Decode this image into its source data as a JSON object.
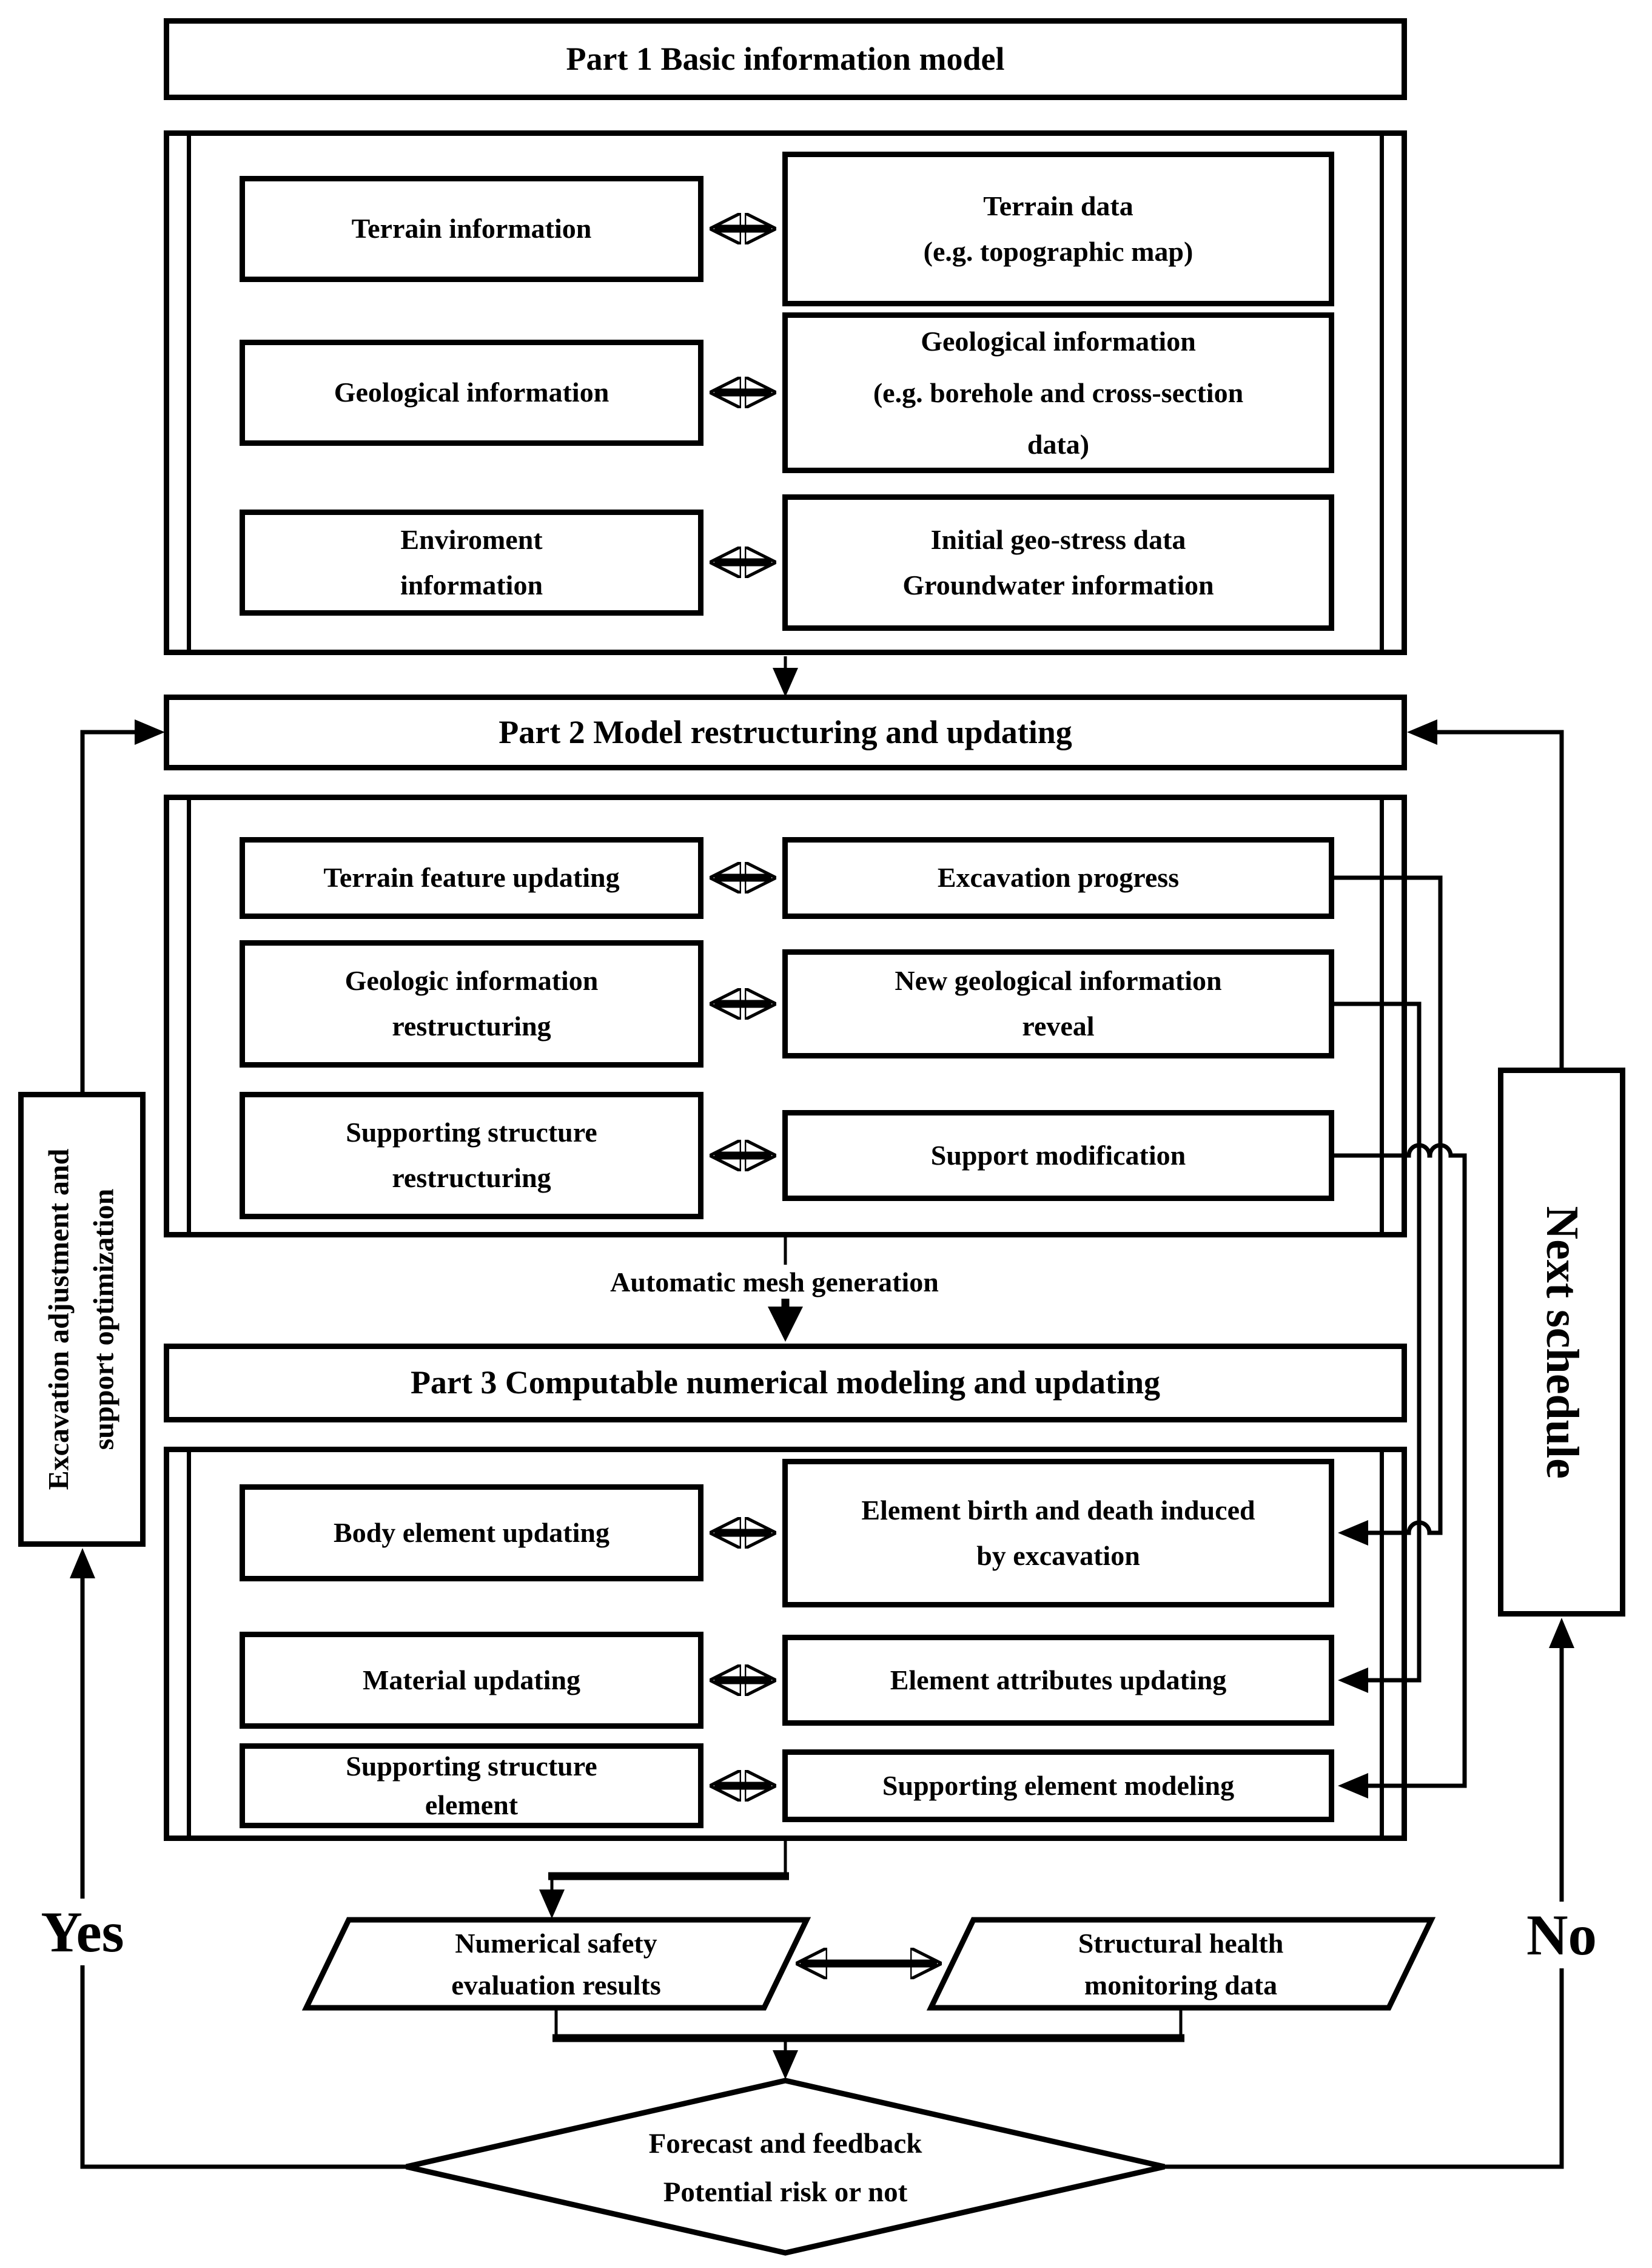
{
  "colors": {
    "ink": "#000000",
    "background": "#ffffff"
  },
  "part1": {
    "title": "Part 1 Basic information model",
    "rows": [
      {
        "left_lines": [
          "Terrain information"
        ],
        "right_lines": [
          "Terrain data",
          "(e.g. topographic map)"
        ]
      },
      {
        "left_lines": [
          "Geological information"
        ],
        "right_lines": [
          "Geological information",
          "(e.g. borehole and cross-section",
          "data)"
        ]
      },
      {
        "left_lines": [
          "Enviroment",
          "information"
        ],
        "right_lines": [
          "Initial geo-stress data",
          "Groundwater information"
        ]
      }
    ]
  },
  "part2": {
    "title": "Part 2 Model restructuring and updating",
    "rows": [
      {
        "left_lines": [
          "Terrain feature updating"
        ],
        "right_lines": [
          "Excavation progress"
        ]
      },
      {
        "left_lines": [
          "Geologic information",
          "restructuring"
        ],
        "right_lines": [
          "New geological information",
          "reveal"
        ]
      },
      {
        "left_lines": [
          "Supporting structure",
          "restructuring"
        ],
        "right_lines": [
          "Support modification"
        ]
      }
    ]
  },
  "mesh_label": "Automatic mesh generation",
  "part3": {
    "title": "Part 3 Computable numerical modeling and updating",
    "rows": [
      {
        "left_lines": [
          "Body element updating"
        ],
        "right_lines": [
          "Element birth and death induced",
          "by excavation"
        ]
      },
      {
        "left_lines": [
          "Material updating"
        ],
        "right_lines": [
          "Element attributes updating"
        ]
      },
      {
        "left_lines": [
          "Supporting structure",
          "element"
        ],
        "right_lines": [
          "Supporting element modeling"
        ]
      }
    ]
  },
  "outputs": {
    "results_lines": [
      "Numerical safety",
      "evaluation results"
    ],
    "monitoring_lines": [
      "Structural health",
      "monitoring data"
    ]
  },
  "decision": {
    "lines": [
      "Forecast and feedback",
      "Potential risk or not"
    ]
  },
  "left_loop": {
    "box_lines": [
      "Excavation adjustment and",
      "support optimization"
    ],
    "branch_label": "Yes"
  },
  "right_loop": {
    "box_lines": [
      "Next schedule"
    ],
    "branch_label": "No"
  }
}
